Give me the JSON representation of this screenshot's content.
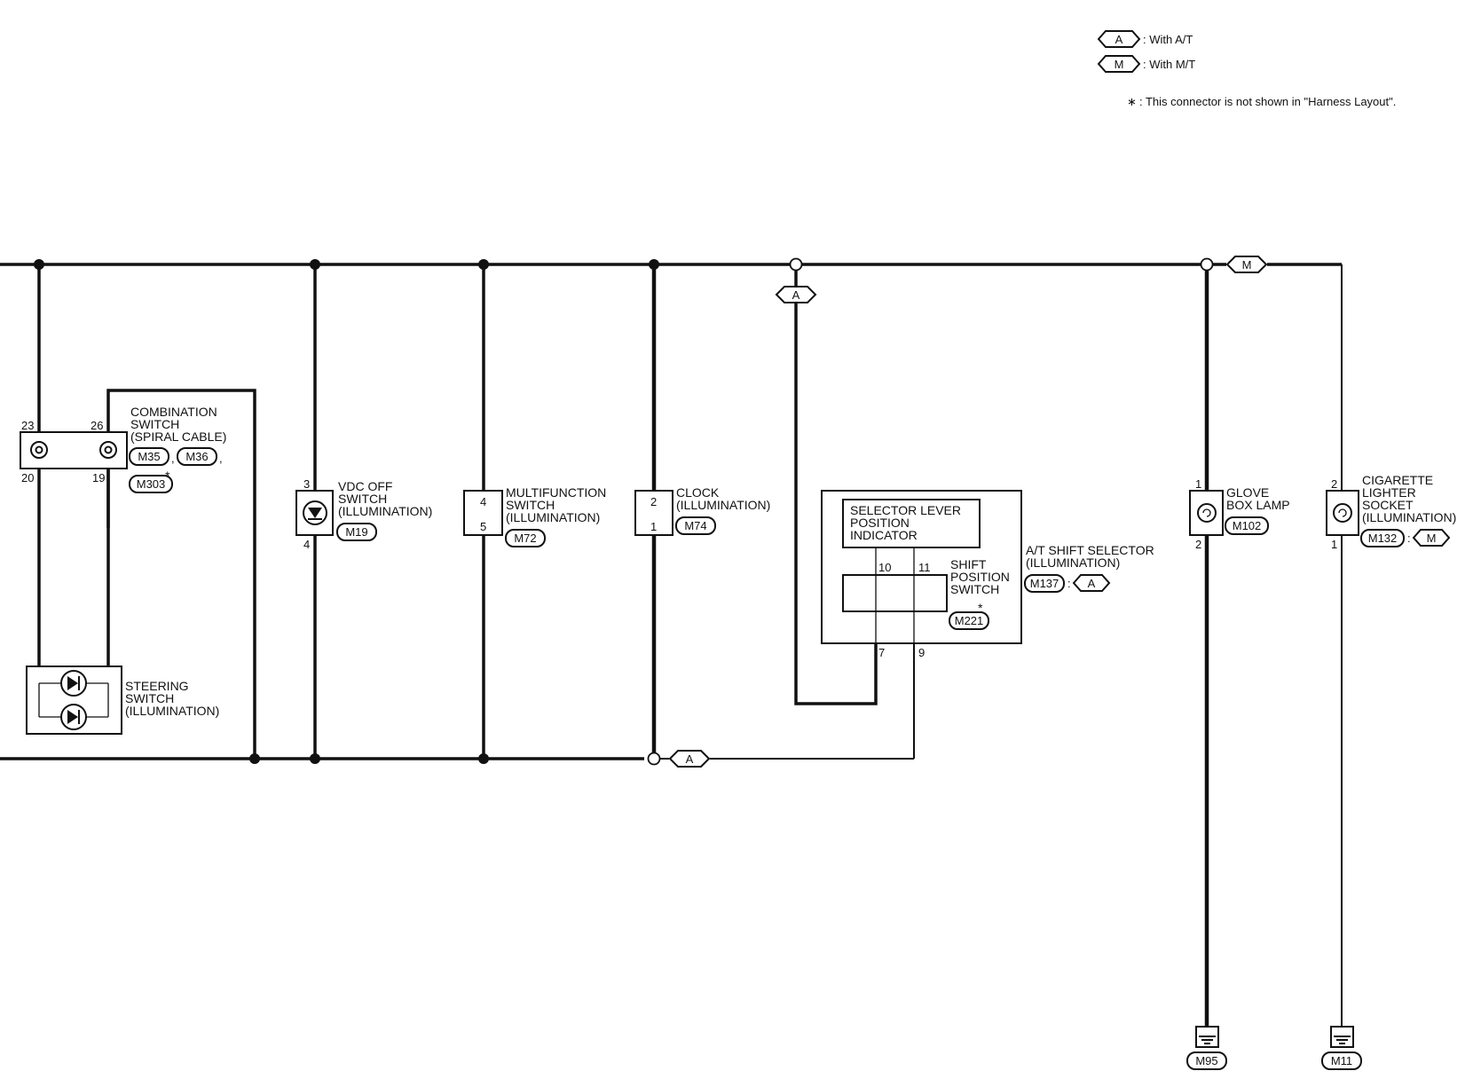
{
  "legend": {
    "at_code": "A",
    "at_text": ": With A/T",
    "mt_code": "M",
    "mt_text": ": With M/T",
    "note_star": "∗",
    "note_text": ": This connector is not shown in \"Harness Layout\"."
  },
  "combination_switch": {
    "name": [
      "COMBINATION",
      "SWITCH",
      "(SPIRAL CABLE)"
    ],
    "pins": {
      "top_left": "23",
      "top_right": "26",
      "bottom_left": "20",
      "bottom_right": "19"
    },
    "connectors": [
      "M35",
      "M36",
      "M303"
    ],
    "sep": ",",
    "star": "*"
  },
  "steering_switch": {
    "name": [
      "STEERING",
      "SWITCH",
      "(ILLUMINATION)"
    ]
  },
  "vdc_off_switch": {
    "name": [
      "VDC OFF",
      "SWITCH",
      "(ILLUMINATION)"
    ],
    "pin_top": "3",
    "pin_bottom": "4",
    "connector": "M19"
  },
  "multifunction_switch": {
    "name": [
      "MULTIFUNCTION",
      "SWITCH",
      "(ILLUMINATION)"
    ],
    "pin_top": "4",
    "pin_bottom": "5",
    "connector": "M72"
  },
  "clock": {
    "name": [
      "CLOCK",
      "(ILLUMINATION)"
    ],
    "pin_top": "2",
    "pin_bottom": "1",
    "connector": "M74"
  },
  "at_shift_selector": {
    "indicator_name": [
      "SELECTOR LEVER",
      "POSITION",
      "INDICATOR"
    ],
    "switch_name": [
      "SHIFT",
      "POSITION",
      "SWITCH"
    ],
    "switch_connector": "M221",
    "star": "*",
    "pins": {
      "p10": "10",
      "p11": "11",
      "p7": "7",
      "p9": "9"
    },
    "name": [
      "A/T SHIFT SELECTOR",
      "(ILLUMINATION)"
    ],
    "connector": "M137",
    "colon": ":",
    "variant": "A"
  },
  "glove_box_lamp": {
    "name": [
      "GLOVE",
      "BOX LAMP"
    ],
    "pin_top": "1",
    "pin_bottom": "2",
    "connector": "M102",
    "ground": "M95"
  },
  "cigarette_lighter": {
    "name": [
      "CIGARETTE",
      "LIGHTER",
      "SOCKET",
      "(ILLUMINATION)"
    ],
    "pin_top": "2",
    "pin_bottom": "1",
    "connector": "M132",
    "colon": ":",
    "variant": "M",
    "ground": "M11"
  },
  "wire_tags": {
    "top_at": "A",
    "top_mt": "M",
    "bottom_at": "A"
  }
}
